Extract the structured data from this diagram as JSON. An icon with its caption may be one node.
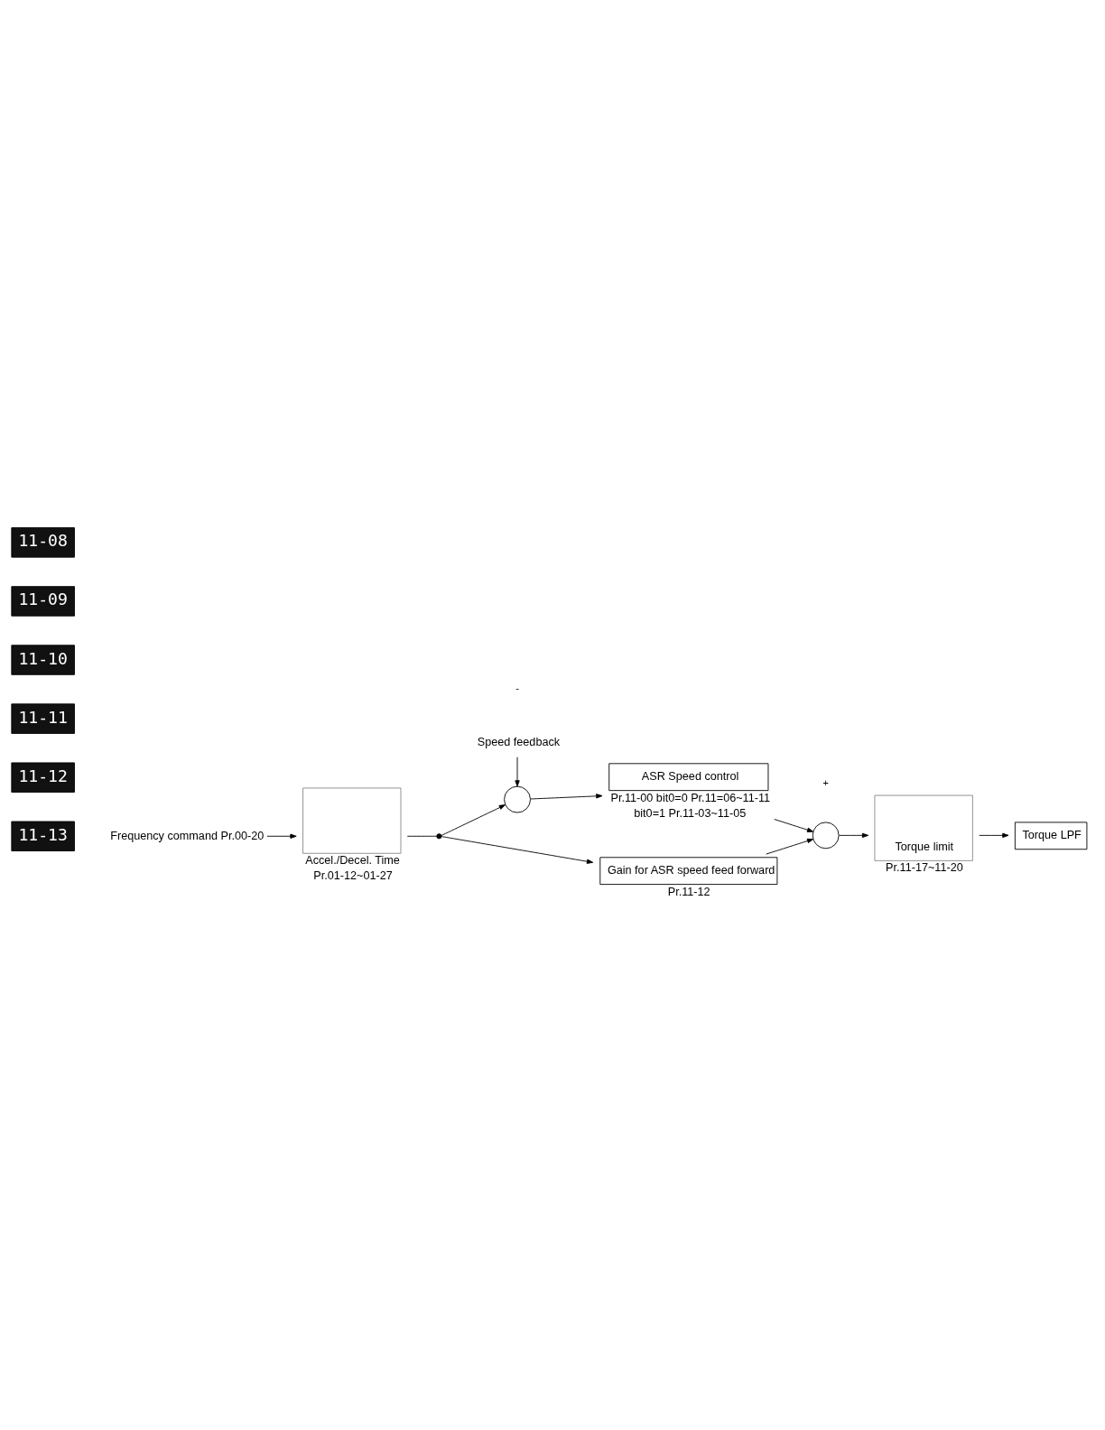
{
  "diagram": {
    "nodes": [
      {
        "text": [
          "Frequency command Pr.00-20"
        ]
      },
      {
        "text": [],
        "shape": "box",
        "beside": [
          "Accel./Decel. Time",
          "Pr.01-12~01-27"
        ]
      },
      {
        "text": [],
        "shape": "circle"
      },
      {
        "text": [],
        "shape": "circle"
      },
      {
        "text": [
          "Speed feedback"
        ]
      },
      {
        "text": [
          "ASR Speed control"
        ],
        "beside": [
          "Pr.11-00 bit0=0 Pr.11=06~11-11",
          "bit0=1 Pr.11-03~11-05"
        ]
      },
      {
        "text": [
          "Gain for ASR speed feed forward"
        ],
        "beside": [
          "Pr.11-12"
        ]
      },
      {
        "text": [],
        "shape": "circle"
      },
      {
        "text": [
          "Torque limit"
        ],
        "beside": [
          "Pr.11-17~11-20"
        ]
      },
      {
        "text": [
          "Torque LPF"
        ]
      }
    ],
    "edges": [
      {
        "from": 0,
        "to": 1,
        "arrow": "to"
      },
      {
        "from": 1,
        "to": 2,
        "arrow": "none"
      },
      {
        "from": 2,
        "to": 3,
        "arrow": "to"
      },
      {
        "from": 2,
        "to": 6,
        "arrow": "to"
      },
      {
        "from": 4,
        "to": 3,
        "arrow": "to"
      },
      {
        "from": 3,
        "to": 5,
        "arrow": "to"
      },
      {
        "from": 5,
        "to": 7,
        "arrow": "to"
      },
      {
        "from": 6,
        "to": 7,
        "arrow": "to"
      },
      {
        "from": 7,
        "to": 8,
        "arrow": "to"
      },
      {
        "from": 8,
        "to": 9,
        "arrow": "to"
      }
    ],
    "labels": [
      "11-08",
      "11-09",
      "11-10",
      "11-11",
      "11-12",
      "-",
      "+",
      "11-13"
    ]
  }
}
